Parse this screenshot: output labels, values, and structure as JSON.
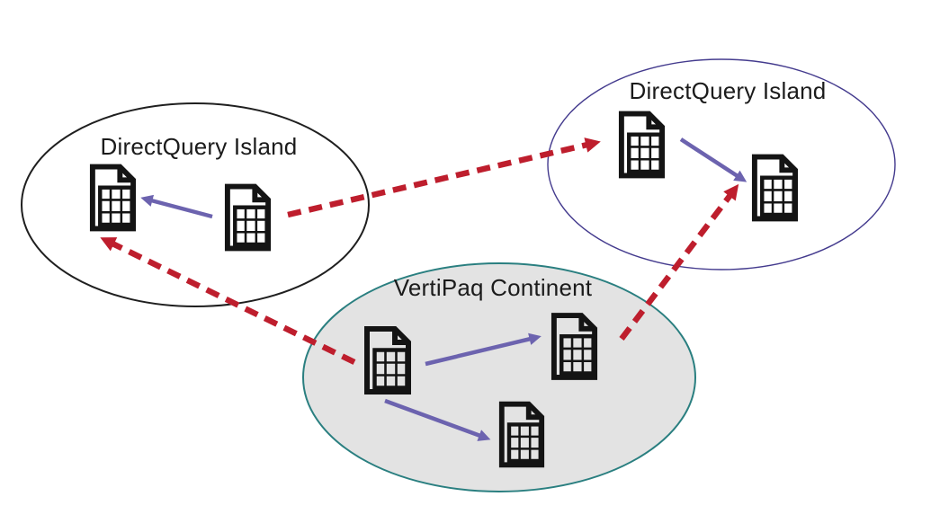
{
  "diagram": {
    "background": "#ffffff",
    "groups": [
      {
        "id": "directquery-island-left",
        "label": "DirectQuery Island",
        "outline": "#1f1f1f",
        "fill": "#ffffff"
      },
      {
        "id": "directquery-island-right",
        "label": "DirectQuery Island",
        "outline": "#443b8e",
        "fill": "#ffffff"
      },
      {
        "id": "vertipaq-continent",
        "label": "VertiPaq Continent",
        "outline": "#2a7f80",
        "fill": "#e3e3e3"
      }
    ],
    "nodes": [
      {
        "id": "table-left-1",
        "group": "directquery-island-left",
        "icon": "table-document-icon"
      },
      {
        "id": "table-left-2",
        "group": "directquery-island-left",
        "icon": "table-document-icon"
      },
      {
        "id": "table-right-1",
        "group": "directquery-island-right",
        "icon": "table-document-icon"
      },
      {
        "id": "table-right-2",
        "group": "directquery-island-right",
        "icon": "table-document-icon"
      },
      {
        "id": "table-vertipaq-1",
        "group": "vertipaq-continent",
        "icon": "table-document-icon"
      },
      {
        "id": "table-vertipaq-2",
        "group": "vertipaq-continent",
        "icon": "table-document-icon"
      },
      {
        "id": "table-vertipaq-3",
        "group": "vertipaq-continent",
        "icon": "table-document-icon"
      }
    ],
    "edges": [
      {
        "from": "table-left-2",
        "to": "table-left-1",
        "style": "solid"
      },
      {
        "from": "table-right-1",
        "to": "table-right-2",
        "style": "solid"
      },
      {
        "from": "table-vertipaq-1",
        "to": "table-vertipaq-2",
        "style": "solid"
      },
      {
        "from": "table-vertipaq-1",
        "to": "table-vertipaq-3",
        "style": "solid"
      },
      {
        "from": "table-vertipaq-1",
        "to": "table-left-1",
        "style": "dashed"
      },
      {
        "from": "table-left-2",
        "to": "table-right-1",
        "style": "dashed"
      },
      {
        "from": "table-vertipaq-2",
        "to": "table-right-2",
        "style": "dashed"
      }
    ],
    "colors": {
      "relationship_regular": "#6c63af",
      "relationship_limited": "#be1e2d",
      "icon_stroke": "#141414",
      "label_text": "#1b1b1b"
    }
  }
}
